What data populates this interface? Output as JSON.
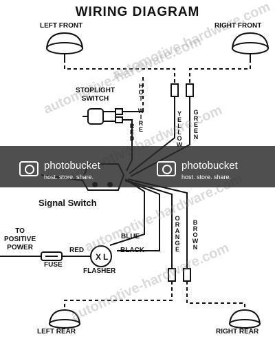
{
  "title": "WIRING DIAGRAM",
  "labels": {
    "left_front": "LEFT FRONT",
    "right_front": "RIGHT FRONT",
    "stoplight_switch_line1": "STOPLIGHT",
    "stoplight_switch_line2": "SWITCH",
    "hot_wire": "HOT WIRE",
    "red_top": "RED",
    "yellow": "YELLOW",
    "green": "GREEN",
    "signal_switch": "Signal Switch",
    "orange": "ORANGE",
    "brown": "BROWN",
    "to_positive_line1": "TO",
    "to_positive_line2": "POSITIVE",
    "to_positive_line3": "POWER",
    "blue": "BLUE",
    "red_bottom": "RED",
    "black": "BLACK",
    "fuse": "FUSE",
    "flasher": "FLASHER",
    "left_rear": "LEFT REAR",
    "right_rear": "RIGHT REAR"
  },
  "watermark": "automotive-hardware.com",
  "overlay": {
    "brand": "photobucket",
    "tagline": "host. store. share."
  },
  "colors": {
    "ink": "#111111",
    "background": "#ffffff",
    "overlay_band": "#282828",
    "watermark": "#969696"
  }
}
